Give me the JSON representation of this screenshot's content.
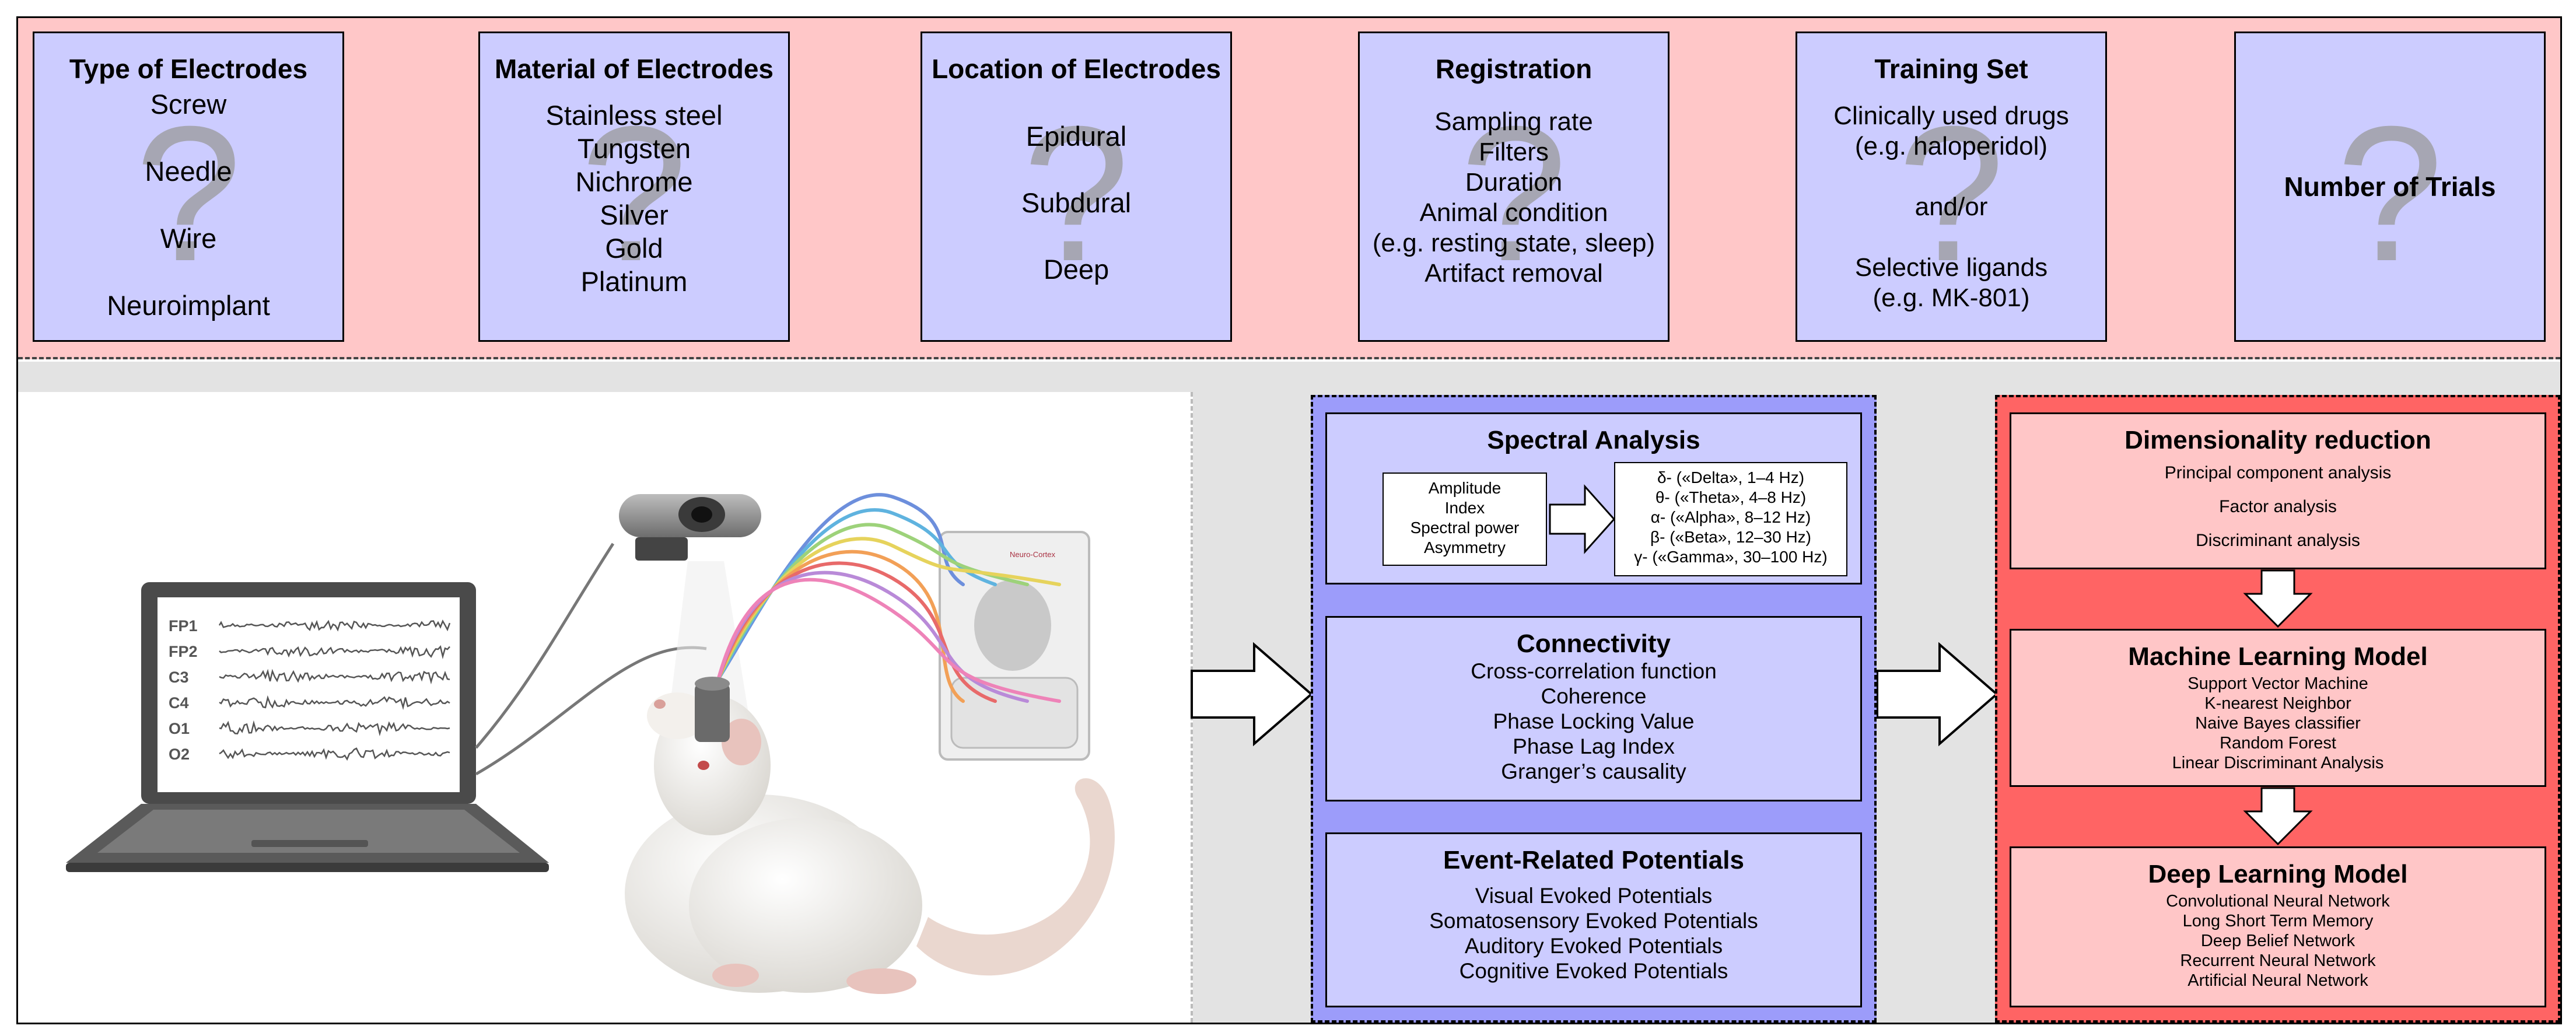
{
  "parameters": [
    {
      "title": "Type of Electrodes",
      "items": [
        "Screw",
        "Needle",
        "Wire",
        "Neuroimplant"
      ]
    },
    {
      "title": "Material of Electrodes",
      "items": [
        "Stainless steel",
        "Tungsten",
        "Nichrome",
        "Silver",
        "Gold",
        "Platinum"
      ]
    },
    {
      "title": "Location of Electrodes",
      "items": [
        "Epidural",
        "Subdural",
        "Deep"
      ]
    },
    {
      "title": "Registration",
      "items": [
        "Sampling rate",
        "Filters",
        "Duration",
        "Animal condition",
        "(e.g. resting state, sleep)",
        "Artifact removal"
      ]
    },
    {
      "title": "Training Set",
      "items": [
        "Clinically used drugs",
        "(e.g. haloperidol)",
        "",
        "and/or",
        "",
        "Selective ligands",
        "(e.g. MK-801)"
      ]
    },
    {
      "title": "Number of Trials",
      "items": []
    }
  ],
  "question_mark": "?",
  "laptop": {
    "channels": [
      "FP1",
      "FP2",
      "C3",
      "C4",
      "O1",
      "O2"
    ]
  },
  "headstage_label": "Neuro-Cortex",
  "analysis": {
    "spectral": {
      "title": "Spectral Analysis",
      "measures": [
        "Amplitude",
        "Index",
        "Spectral power",
        "Asymmetry"
      ],
      "bands": [
        "δ- («Delta», 1–4 Hz)",
        "θ- («Theta», 4–8 Hz)",
        "α- («Alpha», 8–12 Hz)",
        "β- («Beta», 12–30 Hz)",
        "γ- («Gamma», 30–100 Hz)"
      ]
    },
    "connectivity": {
      "title": "Connectivity",
      "items": [
        "Cross-correlation function",
        "Coherence",
        "Phase Locking Value",
        "Phase Lag Index",
        "Granger’s causality"
      ]
    },
    "erp": {
      "title": "Event-Related Potentials",
      "items": [
        "Visual Evoked Potentials",
        "Somatosensory Evoked Potentials",
        "Auditory Evoked Potentials",
        "Cognitive Evoked Potentials"
      ]
    }
  },
  "ml": {
    "dimred": {
      "title": "Dimensionality reduction",
      "items": [
        "Principal component analysis",
        "Factor analysis",
        "Discriminant analysis"
      ]
    },
    "mlmodel": {
      "title": "Machine Learning Model",
      "items": [
        "Support Vector Machine",
        "K-nearest Neighbor",
        "Naive Bayes classifier",
        "Random Forest",
        "Linear Discriminant Analysis"
      ]
    },
    "deep": {
      "title": "Deep Learning Model",
      "items": [
        "Convolutional Neural Network",
        "Long Short Term Memory",
        "Deep Belief Network",
        "Recurrent Neural Network",
        "Artificial Neural Network"
      ]
    }
  },
  "colors": {
    "top_band": "#ffc7c8",
    "param_box": "#ccccff",
    "analysis_panel": "#9c9cfa",
    "ml_panel": "#ff6464",
    "ml_box": "#ffc6c7",
    "cables": [
      "#6d8fdc",
      "#5fb3df",
      "#9dd27a",
      "#e6d35c",
      "#f2a057",
      "#e86a6a",
      "#b98ad8",
      "#ee83b8"
    ]
  }
}
